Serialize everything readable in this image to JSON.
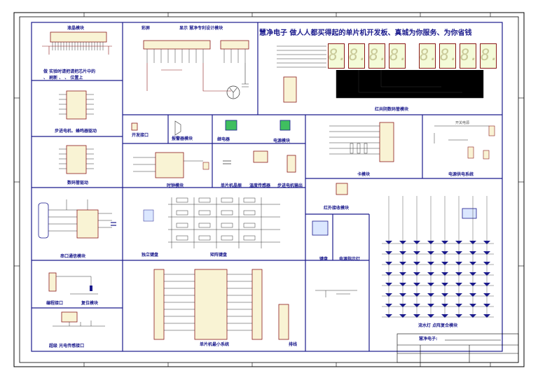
{
  "title": "慧净电子 做人人都买得起的单片机开发板、真城为你服务、为你省钱",
  "seven_segment_digit": "8.",
  "modules": {
    "lcd": "液晶模块",
    "lcd_note": "做 实验时请把请把芯片中的",
    "lcd_note2": "、 刷新 、 、 位置上",
    "tube": "彩屏",
    "display": "显示 慧净专利设计模块",
    "stepper": "步进电机、蜂鸣器驱动",
    "digital_tube": "数码管驱动",
    "serial": "串口通信模块",
    "download": "编程接口",
    "reset": "复位模块",
    "temp_sensor": "超级 光电传感接口",
    "dev_port": "开发接口",
    "buzzer": "报警器模块",
    "relay": "继电器",
    "power_mod": "电源模块",
    "clock": "时钟模块",
    "single_motor": "单片机晶振",
    "temp_module": "温度传感器",
    "stepper_out": "步进电机输出",
    "independent_keys": "独立键盘",
    "matrix_keys": "矩阵键盘",
    "mcu_min": "单片机最小系统",
    "header": "排线",
    "seven_seg": "红共阴数码管模块",
    "ad_da": "卡模块",
    "motor": "电源供电系统",
    "ir_receiver": "红外接收模块",
    "keypad": "键盘",
    "power_led": "电源指示灯",
    "led_matrix": "流水灯 点阵复合模块",
    "name_block": "慧净电子:",
    "small_note": "开关电源"
  }
}
